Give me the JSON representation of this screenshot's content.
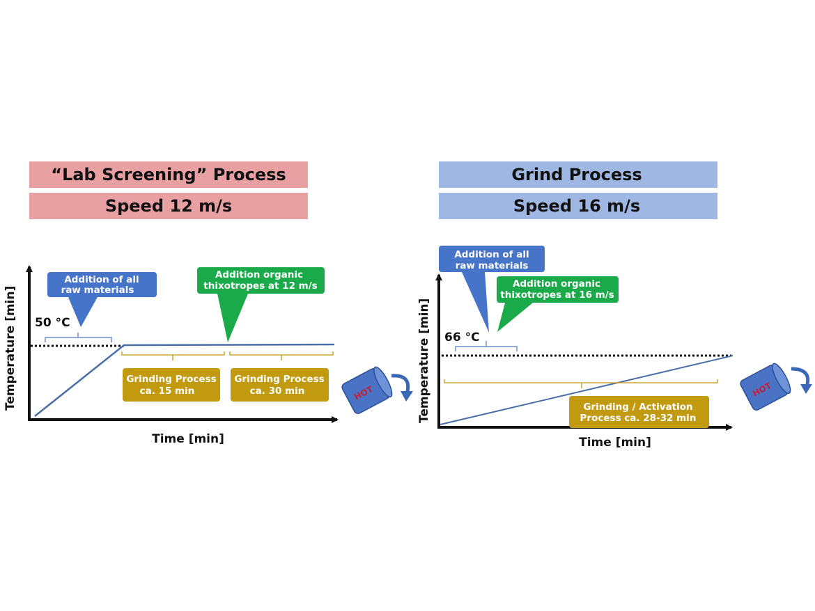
{
  "colors": {
    "left_header": "#e8a0a2",
    "right_header": "#9fb8e3",
    "blue_callout": "#4674c8",
    "green_callout": "#1aaa4a",
    "gold_box": "#c19a10",
    "line": "#4a6ea8",
    "bracket": "#c9a630",
    "cup": "#4a73c6"
  },
  "left": {
    "title": "“Lab Screening” Process",
    "speed": "Speed 12 m/s",
    "y_axis_label": "Temperature [min]",
    "x_axis_label": "Time [min]",
    "temp_marker": "50 °C",
    "callout_raw": [
      "Addition of all",
      "raw materials"
    ],
    "callout_organic": [
      "Addition organic",
      "thixotropes at 12 m/s"
    ],
    "box1": [
      "Grinding Process",
      "ca. 15 min"
    ],
    "box2": [
      "Grinding Process",
      "ca. 30 min"
    ],
    "cup_label": "HOT"
  },
  "right": {
    "title": "Grind Process",
    "speed": "Speed 16 m/s",
    "y_axis_label": "Temperature [min]",
    "x_axis_label": "Time [min]",
    "temp_marker": "66 °C",
    "callout_raw": [
      "Addition of all",
      "raw materials"
    ],
    "callout_organic": [
      "Addition organic",
      "thixotropes at 16 m/s"
    ],
    "box1": [
      "Grinding / Activation",
      "Process  ca. 28-32 min"
    ],
    "cup_label": "HOT"
  }
}
